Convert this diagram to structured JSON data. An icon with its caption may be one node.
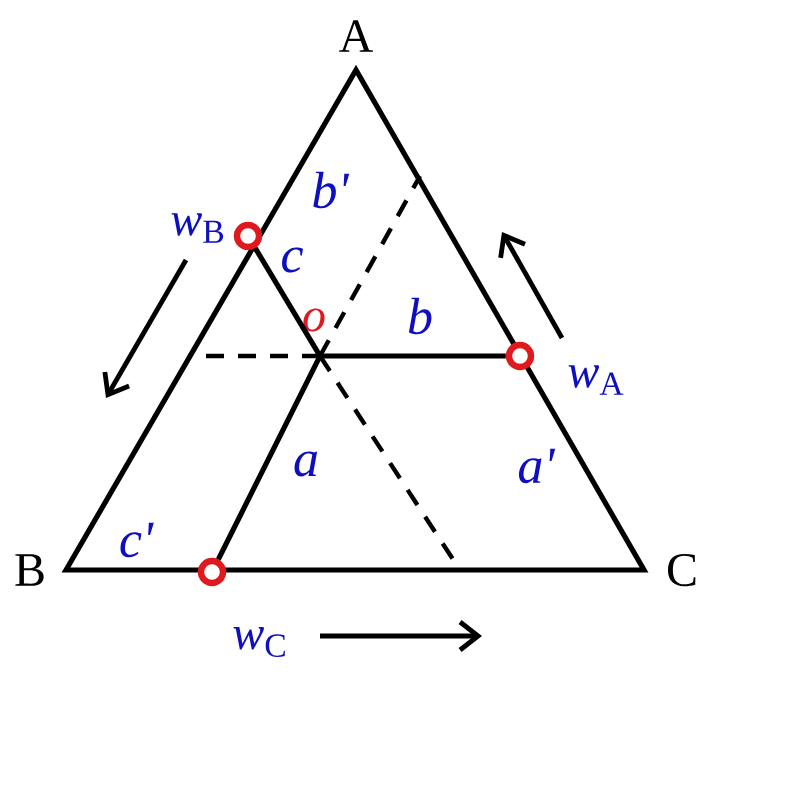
{
  "diagram": {
    "nodes": [
      {
        "text": [
          "o"
        ]
      },
      {
        "text": [],
        "shape": "circle",
        "beside": [
          "*w*$_{A}$"
        ]
      },
      {
        "text": [],
        "shape": "circle",
        "beside": [
          "*w*$_{B}$"
        ]
      },
      {
        "text": [],
        "shape": "circle",
        "beside": [
          "*w*$_{C}$"
        ]
      }
    ],
    "edges": [
      {
        "from": 0,
        "to": 1,
        "arrow": "none",
        "label": "b"
      },
      {
        "from": 0,
        "to": 2,
        "arrow": "none",
        "label": "c"
      },
      {
        "from": 0,
        "to": 3,
        "arrow": "none",
        "label": "a"
      }
    ],
    "labels": [
      "A",
      "b'",
      "B",
      "c'",
      "a'",
      "C"
    ]
  }
}
